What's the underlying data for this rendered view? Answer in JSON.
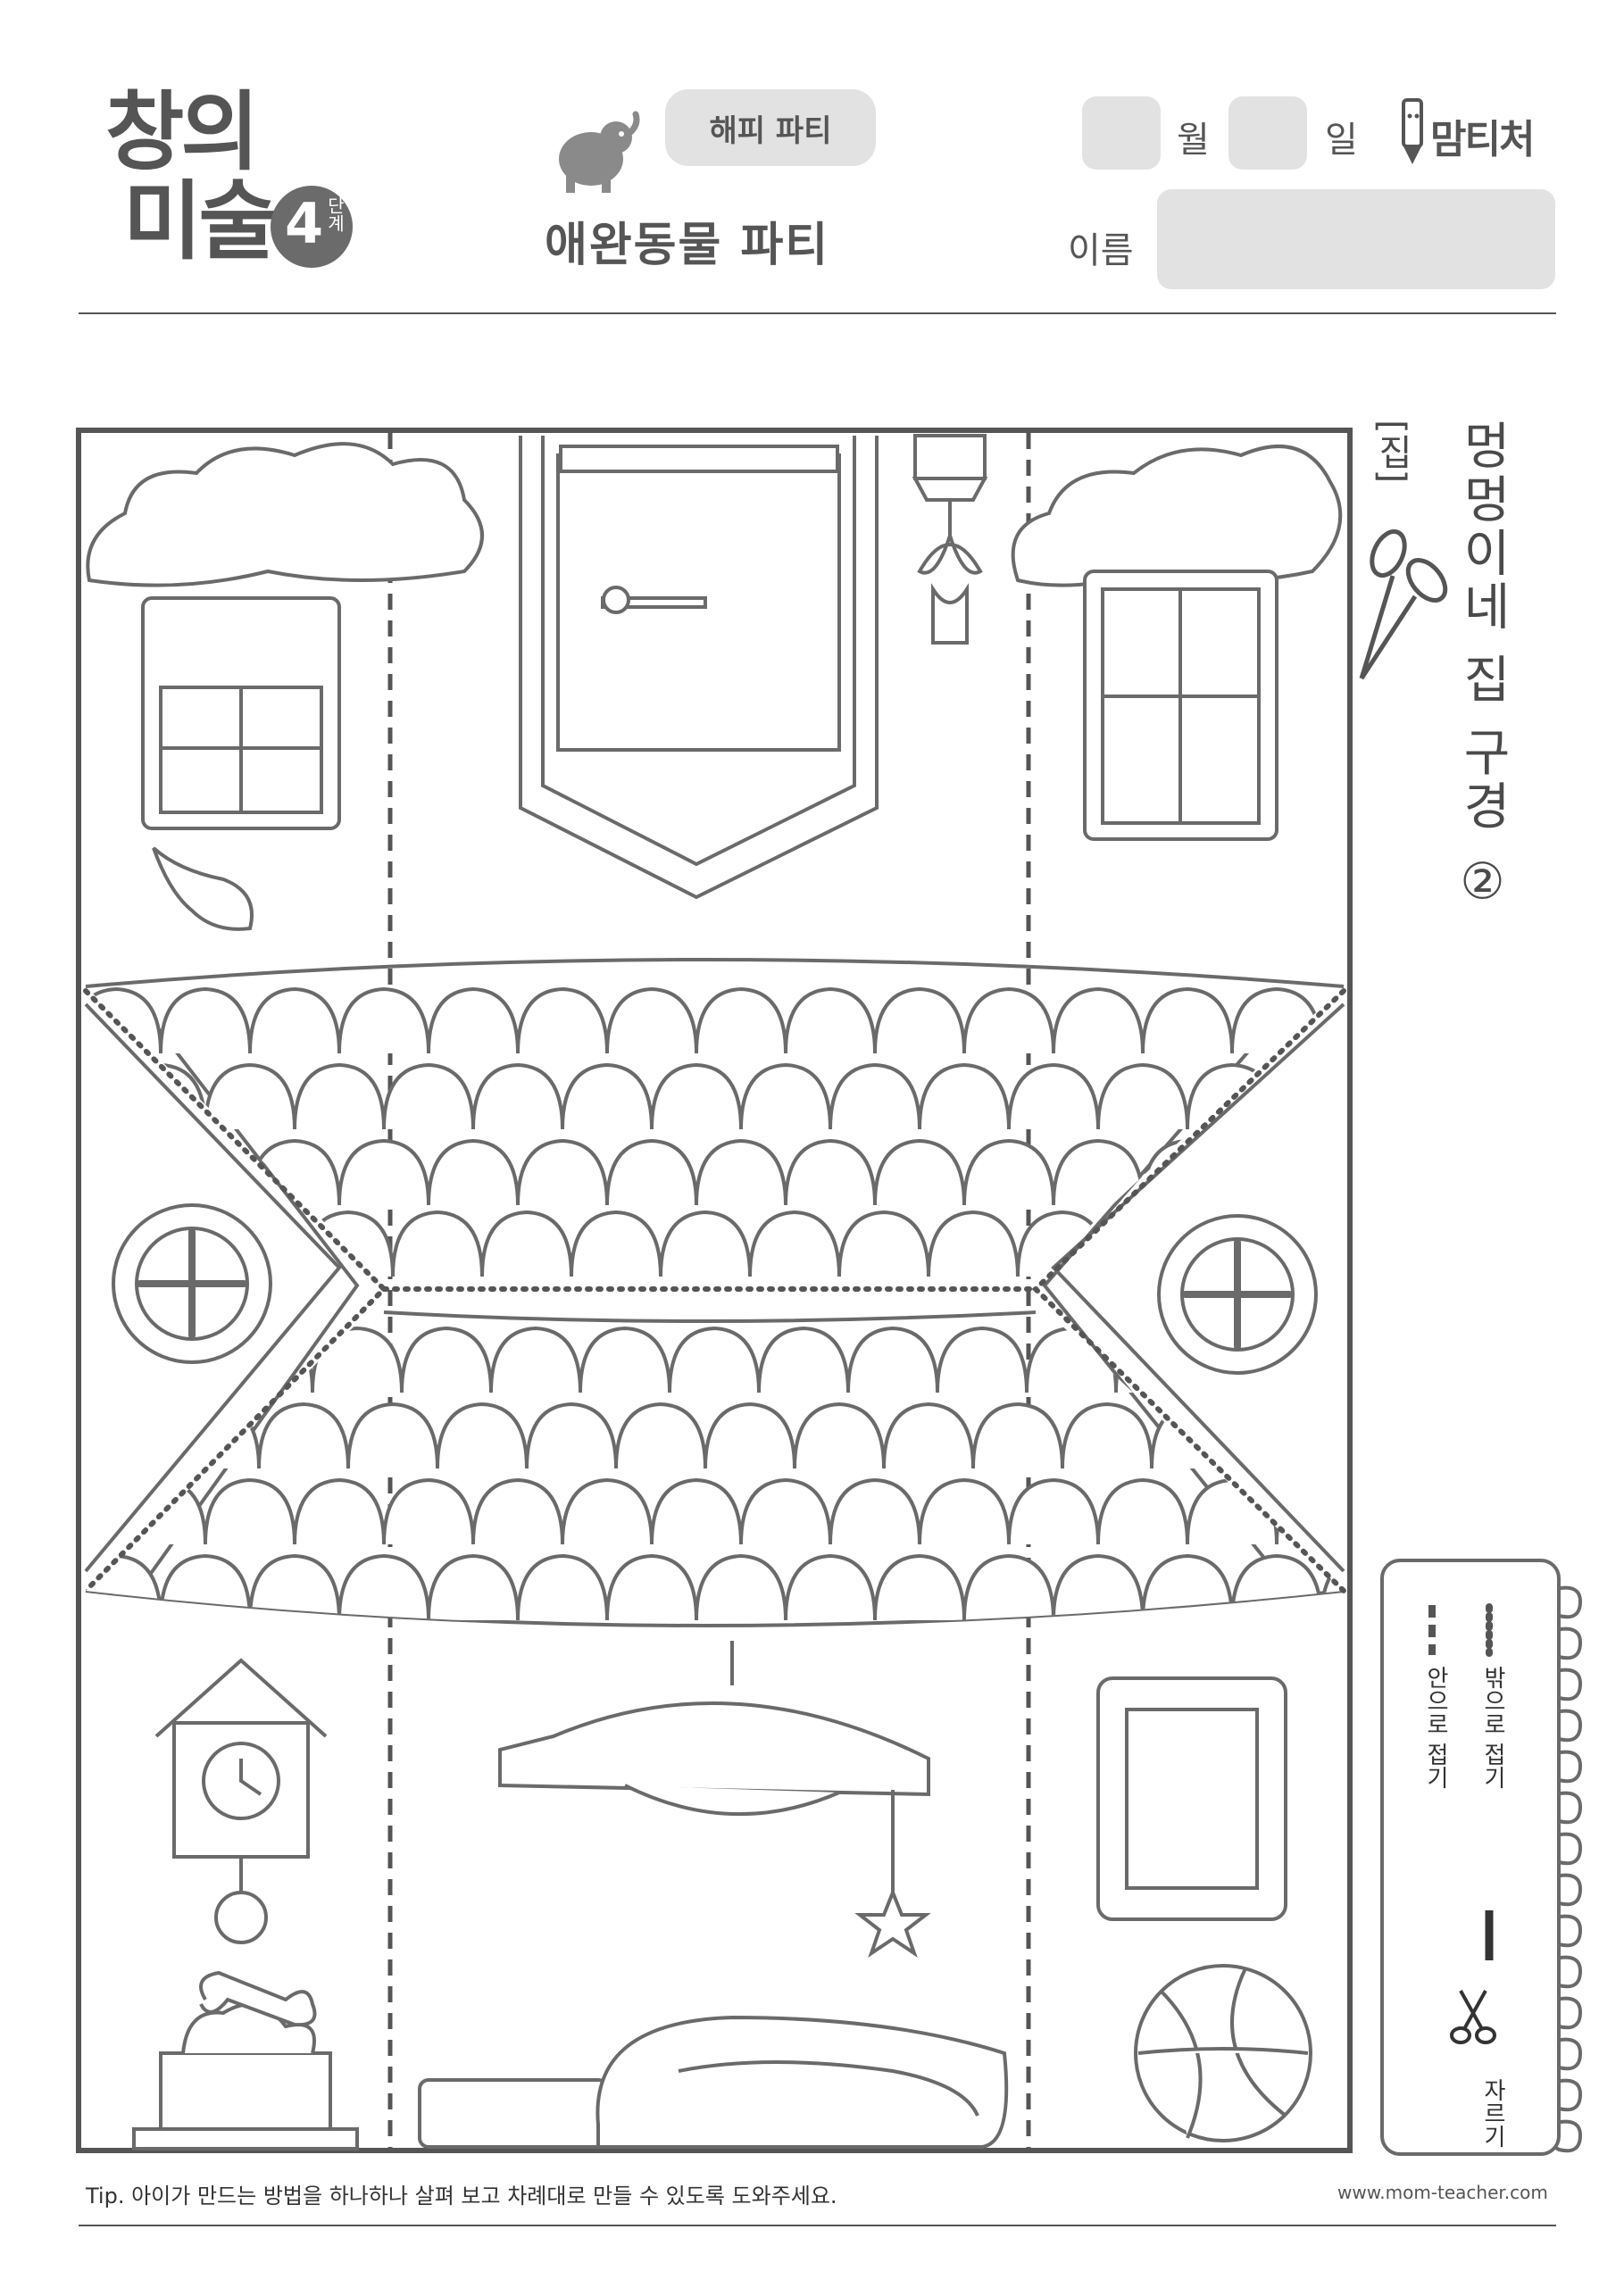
{
  "header": {
    "logo": {
      "line1": "창의",
      "line2": "미술",
      "level_num": "4",
      "level_unit": "단계"
    },
    "category_pill": "해피 파티",
    "subtitle": "애완동물 파티",
    "month_label": "월",
    "day_label": "일",
    "name_label": "이름",
    "brand": "맘티처"
  },
  "worksheet": {
    "title": "멍멍이네 집 구경 ②",
    "tag": "[집]"
  },
  "legend": {
    "items": [
      {
        "label": "밖으로 접기",
        "icon": "dotted-line-icon"
      },
      {
        "label": "안으로 접기",
        "icon": "dashed-line-icon"
      },
      {
        "label": "자르기",
        "icon": "scissors-icon"
      }
    ]
  },
  "footer": {
    "tip": "Tip. 아이가 만드는 방법을 하나하나 살펴 보고 차례대로 만들 수 있도록 도와주세요.",
    "url": "www.mom-teacher.com"
  },
  "colors": {
    "ink": "#555555",
    "pill": "#e2e2e2",
    "line": "#6a6a6a"
  }
}
